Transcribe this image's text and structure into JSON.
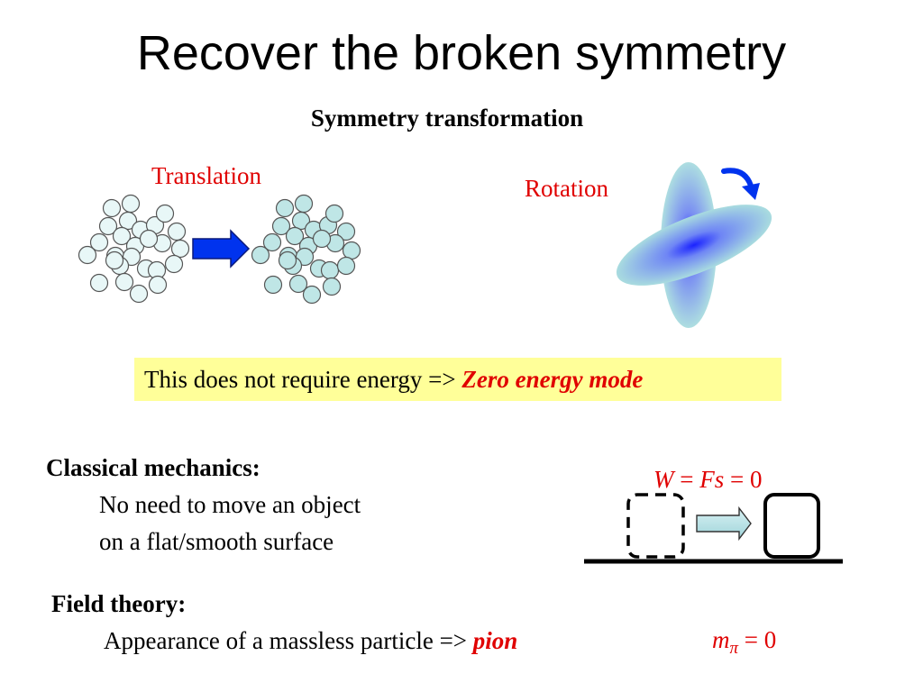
{
  "title": "Recover the broken symmetry",
  "subtitle": "Symmetry transformation",
  "translation": {
    "label": "Translation"
  },
  "rotation": {
    "label": "Rotation"
  },
  "energy_note": {
    "text": "This does not require energy => ",
    "highlight": "Zero energy mode"
  },
  "classical": {
    "heading": "Classical mechanics:",
    "lines": [
      "No need to move an object",
      "on a flat/smooth surface"
    ],
    "formula": {
      "w": "W",
      "eq1": " = ",
      "fs": "Fs",
      "eq2": " = 0"
    }
  },
  "field": {
    "heading": "Field theory:",
    "line": "Appearance of a massless particle => ",
    "highlight": "pion",
    "formula": {
      "m": "m",
      "sub": "π",
      "eq": " = 0"
    }
  },
  "colors": {
    "title_text": "#000000",
    "label_red": "#e00000",
    "highlight_box": "#ffff99",
    "arrow_blue": "#0033ee",
    "circle_before_fill": "#e8f7f7",
    "circle_after_fill": "#bfe6e6",
    "ellipse_outer": "#a9dcdf",
    "ellipse_center": "#1a22ff"
  }
}
